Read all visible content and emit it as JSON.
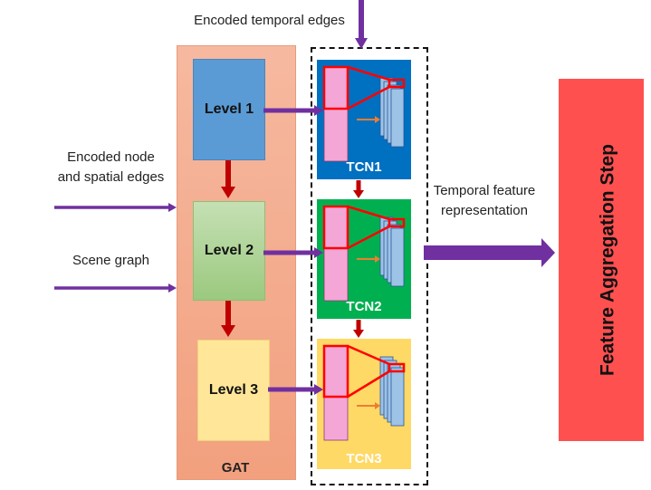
{
  "labels": {
    "encoded_temporal_edges": "Encoded temporal edges",
    "encoded_node_line1": "Encoded node",
    "encoded_node_line2": "and spatial edges",
    "scene_graph": "Scene graph",
    "temporal_feature_line1": "Temporal feature",
    "temporal_feature_line2": "representation",
    "gat": "GAT",
    "feature_aggregation": "Feature Aggregation Step"
  },
  "levels": [
    "Level 1",
    "Level 2",
    "Level 3"
  ],
  "tcns": [
    "TCN1",
    "TCN2",
    "TCN3"
  ],
  "colors": {
    "arrow_purple": "#7030a0",
    "arrow_red": "#c00000",
    "highlight_red": "#ff0000",
    "stack_pink": "#f4a6d7",
    "stack_blue": "#9dc3e6",
    "small_arrow_orange": "#ed7d31"
  }
}
